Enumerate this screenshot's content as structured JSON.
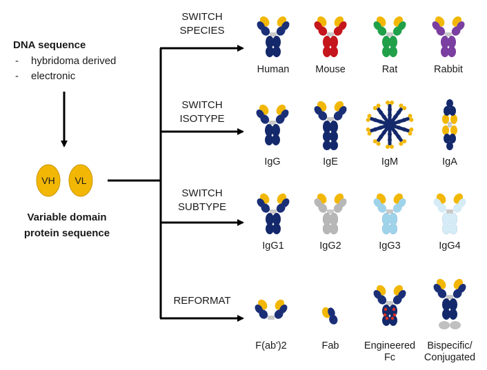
{
  "source": {
    "title": "DNA sequence",
    "items": [
      "hybridoma derived",
      "electronic"
    ],
    "bullet": "-",
    "domains": [
      "VH",
      "VL"
    ],
    "result_lines": [
      "Variable domain",
      "protein sequence"
    ]
  },
  "colors": {
    "heavy": "#14296b",
    "light_default": "#1b2f77",
    "variable": "#f2b705",
    "hinge": "#c9c9c9",
    "arrow": "#000000",
    "light": {
      "human": "#1b2f77",
      "mouse": "#c4161c",
      "rat": "#21a04a",
      "rabbit": "#7a3fa0",
      "igg2": "#b7b7b7",
      "igg3": "#9fd3ea",
      "igg4": "#d5ecf6"
    },
    "fc_mutation": "#e0301e",
    "conjugate": "#c0c0c0"
  },
  "branches": [
    {
      "label_lines": [
        "SWITCH",
        "SPECIES"
      ],
      "items": [
        {
          "label_lines": [
            "Human"
          ],
          "icon": "antibody-human-icon"
        },
        {
          "label_lines": [
            "Mouse"
          ],
          "icon": "antibody-mouse-icon"
        },
        {
          "label_lines": [
            "Rat"
          ],
          "icon": "antibody-rat-icon"
        },
        {
          "label_lines": [
            "Rabbit"
          ],
          "icon": "antibody-rabbit-icon"
        }
      ]
    },
    {
      "label_lines": [
        "SWITCH",
        "ISOTYPE"
      ],
      "items": [
        {
          "label_lines": [
            "IgG"
          ],
          "icon": "igg-icon"
        },
        {
          "label_lines": [
            "IgE"
          ],
          "icon": "ige-icon"
        },
        {
          "label_lines": [
            "IgM"
          ],
          "icon": "igm-pentamer-icon"
        },
        {
          "label_lines": [
            "IgA"
          ],
          "icon": "iga-dimer-icon"
        }
      ]
    },
    {
      "label_lines": [
        "SWITCH",
        "SUBTYPE"
      ],
      "items": [
        {
          "label_lines": [
            "IgG1"
          ],
          "icon": "igg1-icon"
        },
        {
          "label_lines": [
            "IgG2"
          ],
          "icon": "igg2-icon"
        },
        {
          "label_lines": [
            "IgG3"
          ],
          "icon": "igg3-icon"
        },
        {
          "label_lines": [
            "IgG4"
          ],
          "icon": "igg4-icon"
        }
      ]
    },
    {
      "label_lines": [
        "REFORMAT"
      ],
      "items": [
        {
          "label_lines": [
            "F(ab')2"
          ],
          "icon": "fab2-icon"
        },
        {
          "label_lines": [
            "Fab"
          ],
          "icon": "fab-icon"
        },
        {
          "label_lines": [
            "Engineered",
            "Fc"
          ],
          "icon": "engineered-fc-icon"
        },
        {
          "label_lines": [
            "Bispecific/",
            "Conjugated"
          ],
          "icon": "bispecific-conjugated-icon"
        }
      ]
    }
  ]
}
